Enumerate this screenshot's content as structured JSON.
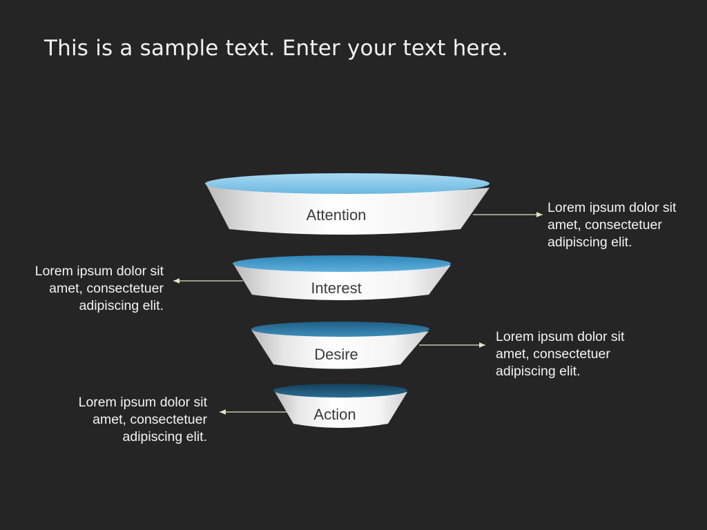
{
  "slide": {
    "title": "This is a sample text. Enter your text here."
  },
  "stages": [
    {
      "label": "Attention",
      "rim_color": "#7ec6ea",
      "note": "Lorem ipsum dolor sit\namet, consectetuer\nadipiscing elit."
    },
    {
      "label": "Interest",
      "rim_color": "#4aa3d2",
      "note": "Lorem ipsum dolor sit\namet, consectetuer\nadipiscing elit."
    },
    {
      "label": "Desire",
      "rim_color": "#2f7fa8",
      "note": "Lorem ipsum dolor sit\namet, consectetuer\nadipiscing elit."
    },
    {
      "label": "Action",
      "rim_color": "#1d5a7c",
      "note": "Lorem ipsum dolor sit\namet, consectetuer\nadipiscing elit."
    }
  ],
  "colors": {
    "background": "#252525",
    "connector": "#dfe6c8"
  }
}
